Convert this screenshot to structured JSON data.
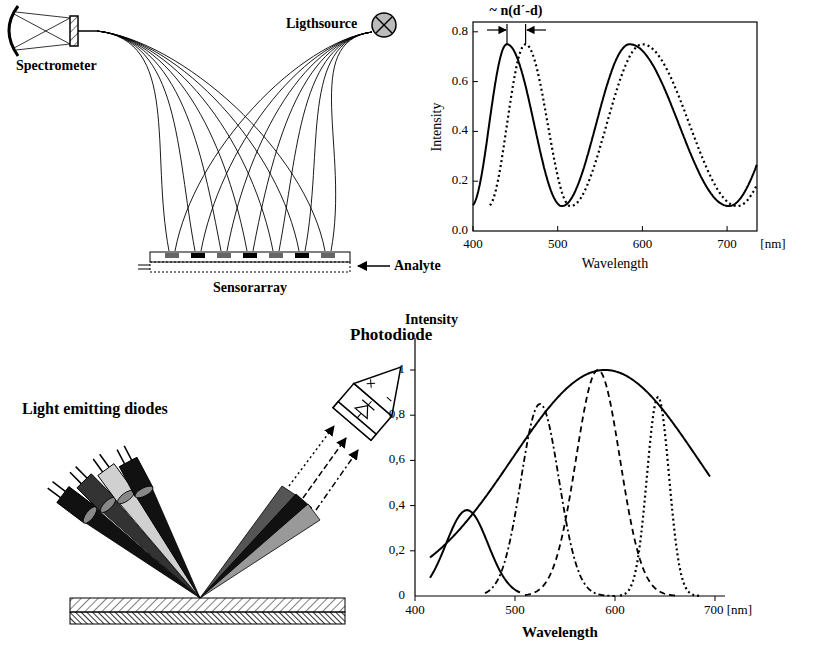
{
  "diagram": {
    "labels": [
      "Spectrometer",
      "Ligthsource",
      "Sensorarray",
      "Analyte",
      "~ n(d´-d)",
      "0.8",
      "0.6",
      "0.4",
      "0.2",
      "0.0",
      "400",
      "500",
      "600",
      "700",
      "[nm]",
      "Intensity",
      "Wavelength",
      "Photodiode",
      "Light emitting diodes",
      "Intensity",
      "1",
      "0,8",
      "0,6",
      "0,4",
      "0,2",
      "0",
      "400",
      "500",
      "600",
      "700 [nm]",
      "Wavelength"
    ]
  }
}
